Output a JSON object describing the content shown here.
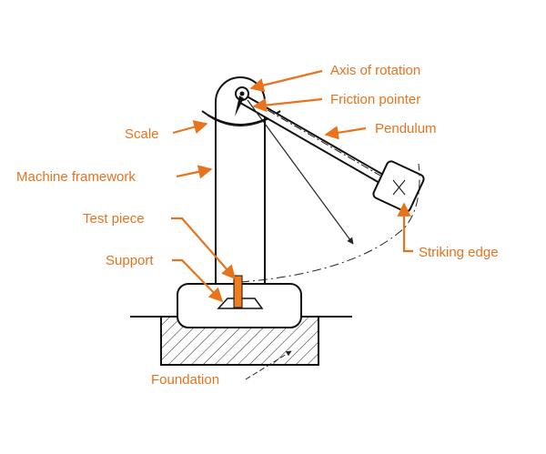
{
  "labels": {
    "axis_of_rotation": "Axis of rotation",
    "friction_pointer": "Friction pointer",
    "pendulum": "Pendulum",
    "scale": "Scale",
    "machine_framework": "Machine framework",
    "test_piece": "Test piece",
    "support": "Support",
    "striking_edge": "Striking edge",
    "foundation": "Foundation"
  },
  "colors": {
    "label": "#e5731e",
    "leader": "#e8731c",
    "test_piece_fill": "#f07d1e",
    "line": "#111111"
  }
}
